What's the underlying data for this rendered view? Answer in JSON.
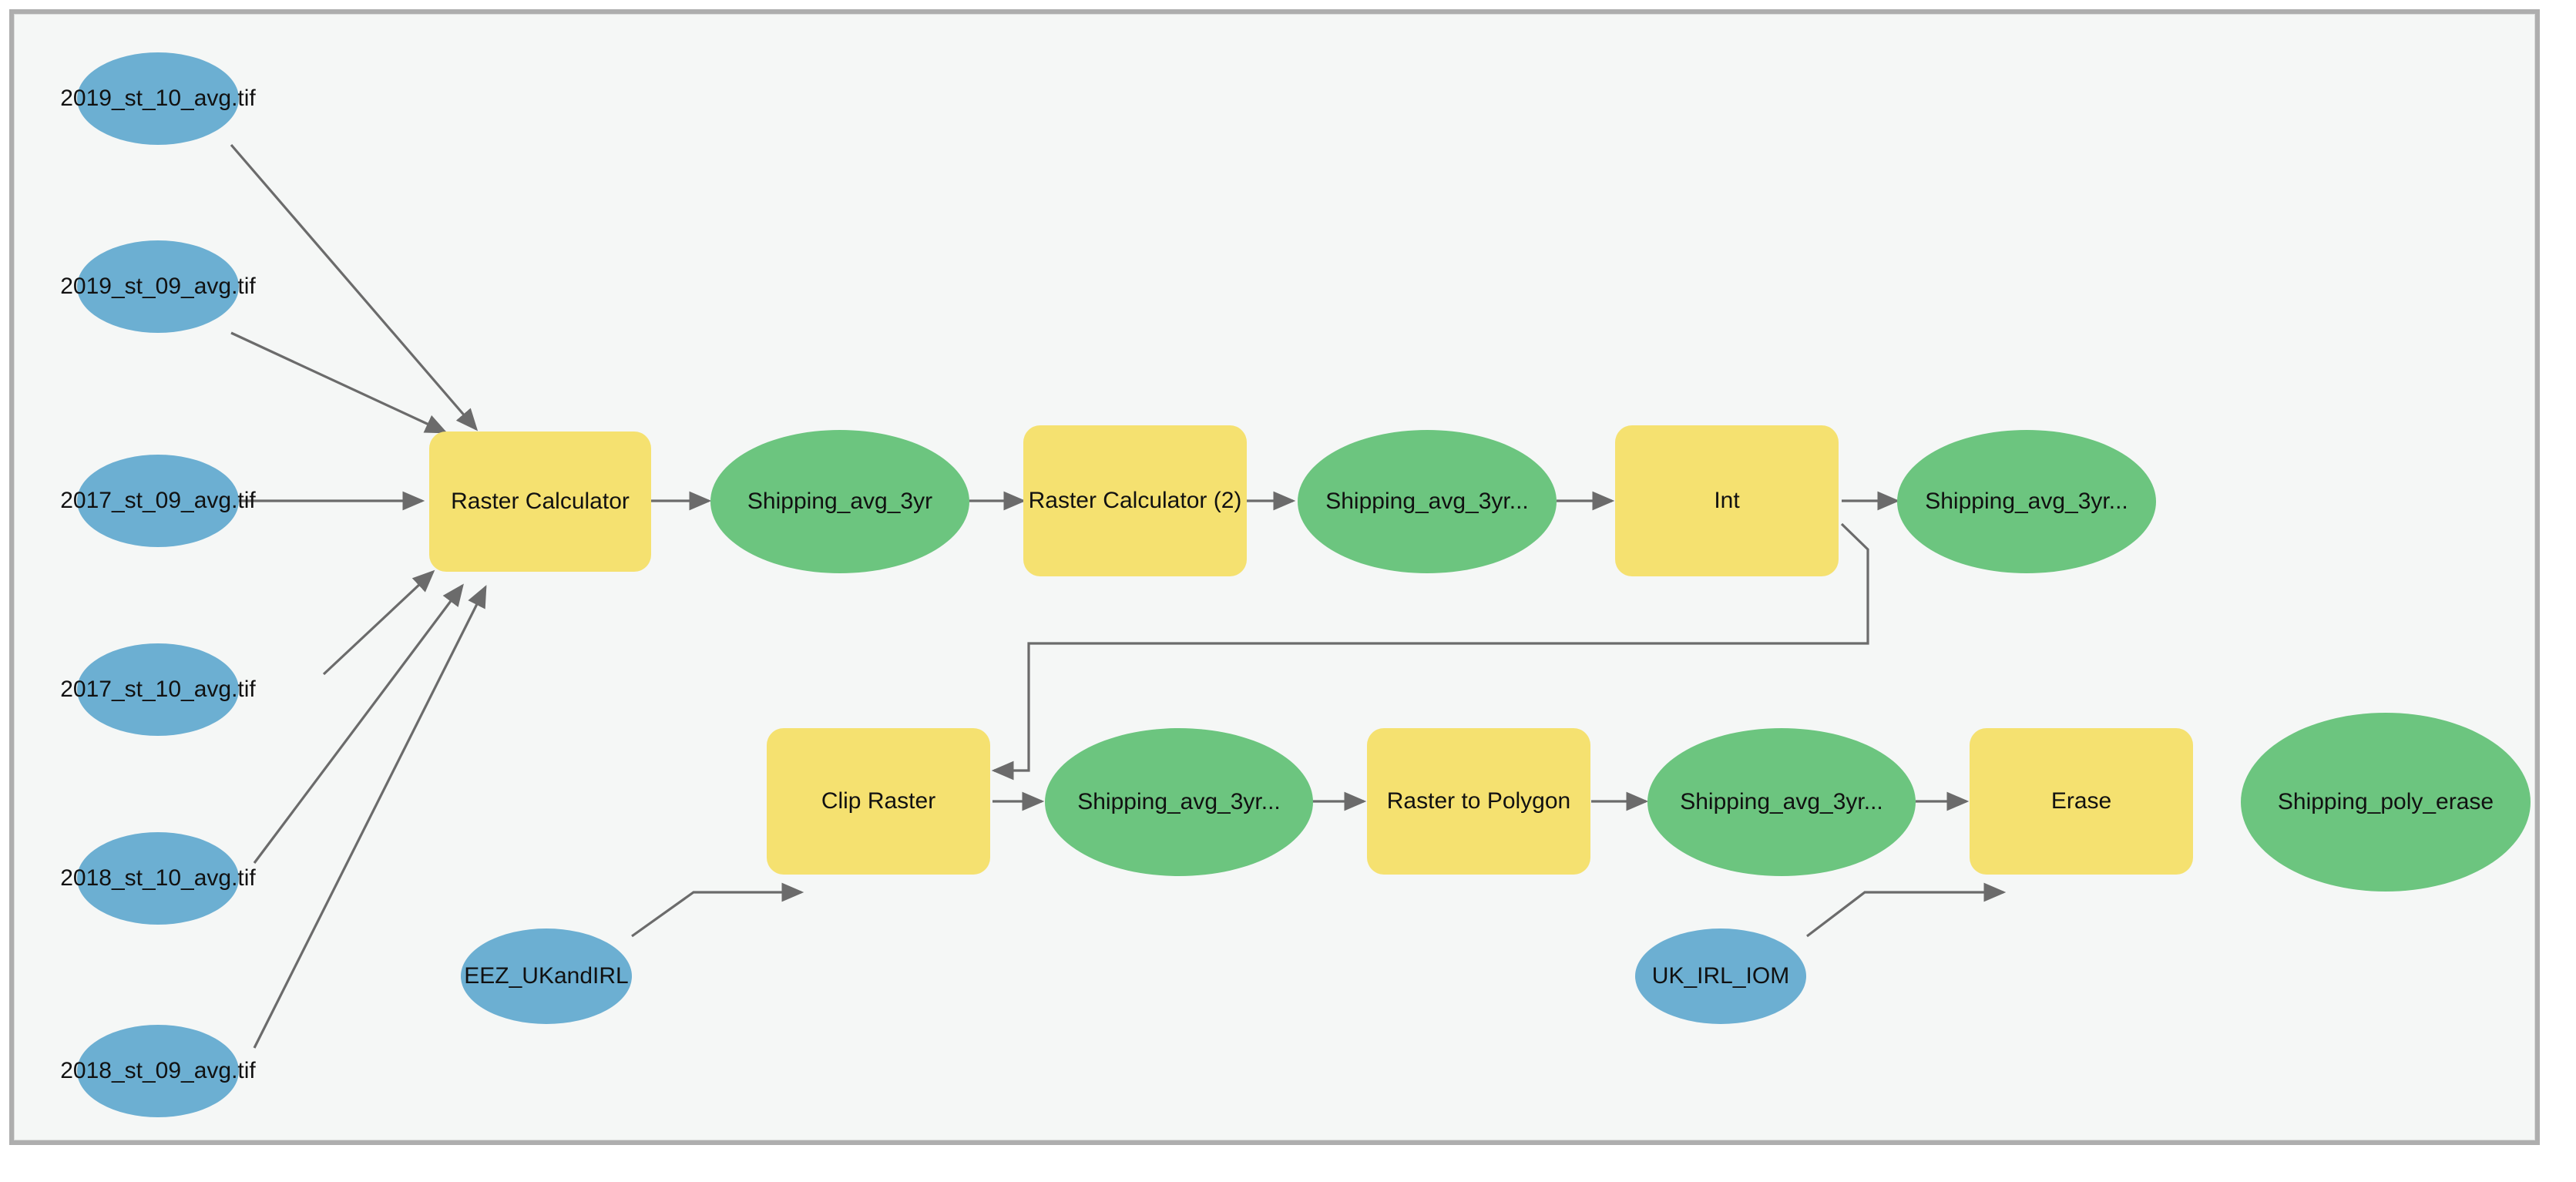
{
  "app": {
    "title": "ArcGIS ModelBuilder - Shipping 3yr average model",
    "canvas_background": "#f5f7f6",
    "border_color": "#aeaeae"
  },
  "legend": {
    "input_color": "#6cafd2",
    "tool_color": "#f5e170",
    "output_color": "#6cc57f",
    "connector_color": "#6b6b6b"
  },
  "nodes": {
    "inputs": [
      {
        "id": "in_2019_10",
        "label": "2019_st_10_avg.tif",
        "kind": "input-layer"
      },
      {
        "id": "in_2019_09",
        "label": "2019_st_09_avg.tif",
        "kind": "input-layer"
      },
      {
        "id": "in_2017_09",
        "label": "2017_st_09_avg.tif",
        "kind": "input-layer"
      },
      {
        "id": "in_2017_10",
        "label": "2017_st_10_avg.tif",
        "kind": "input-layer"
      },
      {
        "id": "in_2018_10",
        "label": "2018_st_10_avg.tif",
        "kind": "input-layer"
      },
      {
        "id": "in_2018_09",
        "label": "2018_st_09_avg.tif",
        "kind": "input-layer"
      },
      {
        "id": "in_eez",
        "label": "EEZ_UKandIRL",
        "kind": "input-layer"
      },
      {
        "id": "in_uk",
        "label": "UK_IRL_IOM",
        "kind": "input-layer"
      }
    ],
    "tools": [
      {
        "id": "t_rastercalc",
        "label": "Raster Calculator",
        "kind": "tool"
      },
      {
        "id": "t_rastercalc2",
        "label": "Raster Calculator (2)",
        "kind": "tool"
      },
      {
        "id": "t_int",
        "label": "Int",
        "kind": "tool"
      },
      {
        "id": "t_clipraster",
        "label": "Clip Raster",
        "kind": "tool"
      },
      {
        "id": "t_rastertopoly",
        "label": "Raster to Polygon",
        "kind": "tool"
      },
      {
        "id": "t_erase",
        "label": "Erase",
        "kind": "tool"
      }
    ],
    "outputs": [
      {
        "id": "o_avg3yr",
        "label": "Shipping_avg_3yr",
        "kind": "derived-data"
      },
      {
        "id": "o_avg3yr_2",
        "label": "Shipping_avg_3yr...",
        "kind": "derived-data"
      },
      {
        "id": "o_avg3yr_3",
        "label": "Shipping_avg_3yr...",
        "kind": "derived-data"
      },
      {
        "id": "o_avg3yr_4",
        "label": "Shipping_avg_3yr...",
        "kind": "derived-data"
      },
      {
        "id": "o_avg3yr_5",
        "label": "Shipping_avg_3yr...",
        "kind": "derived-data"
      },
      {
        "id": "o_polyerase",
        "label": "Shipping_poly_erase",
        "kind": "derived-data"
      }
    ]
  },
  "connections": [
    {
      "from": "in_2019_10",
      "to": "t_rastercalc"
    },
    {
      "from": "in_2019_09",
      "to": "t_rastercalc"
    },
    {
      "from": "in_2017_09",
      "to": "t_rastercalc"
    },
    {
      "from": "in_2017_10",
      "to": "t_rastercalc"
    },
    {
      "from": "in_2018_10",
      "to": "t_rastercalc"
    },
    {
      "from": "in_2018_09",
      "to": "t_rastercalc"
    },
    {
      "from": "t_rastercalc",
      "to": "o_avg3yr"
    },
    {
      "from": "o_avg3yr",
      "to": "t_rastercalc2"
    },
    {
      "from": "t_rastercalc2",
      "to": "o_avg3yr_2"
    },
    {
      "from": "o_avg3yr_2",
      "to": "t_int"
    },
    {
      "from": "t_int",
      "to": "o_avg3yr_3"
    },
    {
      "from": "o_avg3yr_3",
      "to": "t_clipraster"
    },
    {
      "from": "in_eez",
      "to": "t_clipraster"
    },
    {
      "from": "t_clipraster",
      "to": "o_avg3yr_4"
    },
    {
      "from": "o_avg3yr_4",
      "to": "t_rastertopoly"
    },
    {
      "from": "t_rastertopoly",
      "to": "o_avg3yr_5"
    },
    {
      "from": "o_avg3yr_5",
      "to": "t_erase"
    },
    {
      "from": "in_uk",
      "to": "t_erase"
    },
    {
      "from": "t_erase",
      "to": "o_polyerase"
    }
  ]
}
